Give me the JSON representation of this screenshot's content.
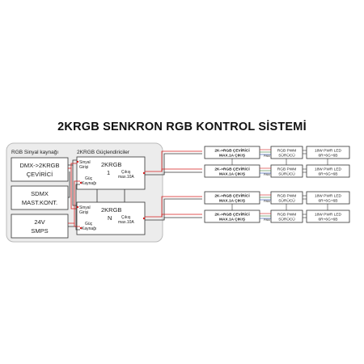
{
  "title": "2KRGB SENKRON RGB KONTROL SİSTEMİ",
  "sources": {
    "group_label": "RGB Sinyal kaynağı",
    "dmx": [
      "DMX->2KRGB",
      "ÇEVİRİCİ"
    ],
    "sdmx": [
      "SDMX",
      "MAST.KONT."
    ],
    "smps": [
      "24V",
      "SMPS"
    ]
  },
  "amplifiers": {
    "group_label": "2KRGB Güçlendiriciler",
    "signal_label": [
      "Sinyal",
      "Girişi"
    ],
    "power_label": [
      "Güç",
      "Kaynağı"
    ],
    "out_label": [
      "Çıkış",
      "max.10A"
    ],
    "units": [
      {
        "name": "2KRGB",
        "index": "1"
      },
      {
        "name": "2KRGB",
        "index": "N"
      }
    ]
  },
  "rows": {
    "converter": [
      "2K->RGB ÇEVİRİCİ",
      "MAX.1A ÇIKIŞ"
    ],
    "driver": [
      "RGB PWM",
      "SÜRÜCÜ"
    ],
    "led": [
      "18W PWR LED",
      "6R+6G+6B"
    ],
    "pwm_tag": "PWM"
  },
  "colors": {
    "wire_red": "#d61f1f",
    "wire_dark": "#333333",
    "box_border": "#333333",
    "group_bg": "#eeeeee"
  }
}
